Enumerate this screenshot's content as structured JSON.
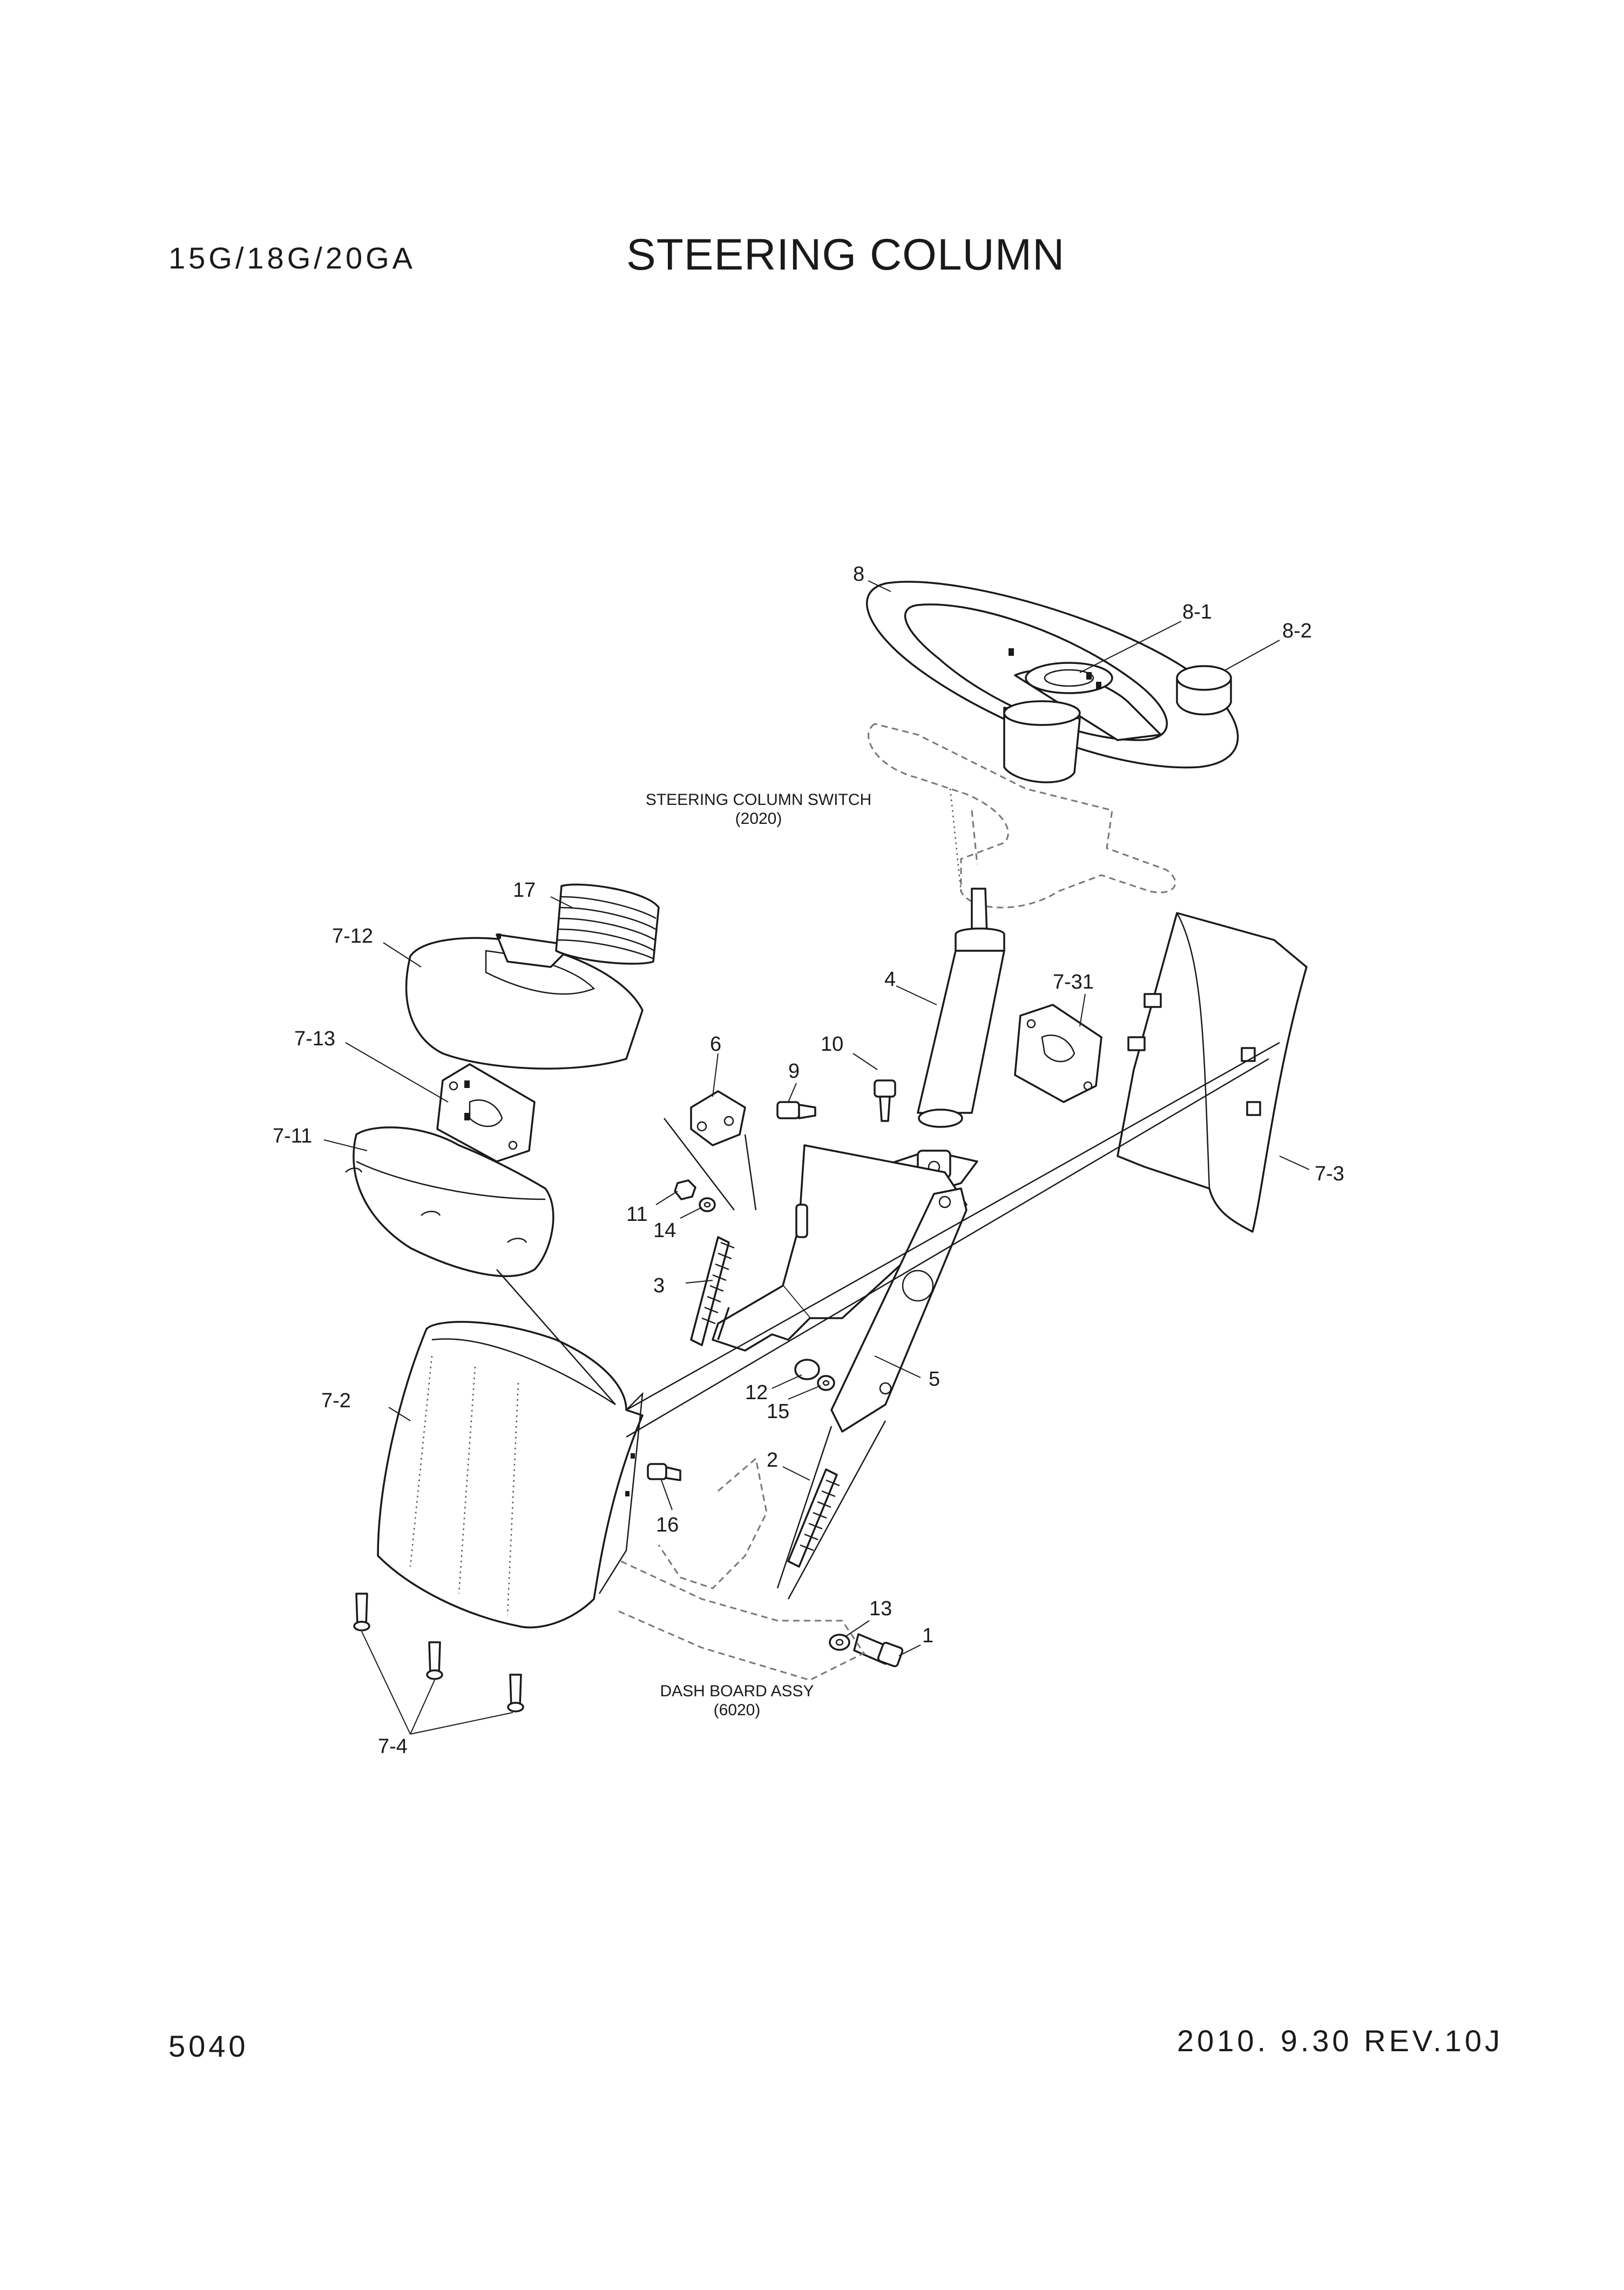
{
  "header": {
    "model": "15G/18G/20GA",
    "title": "STEERING COLUMN"
  },
  "footer": {
    "page_number": "5040",
    "revision": "2010. 9.30  REV.10J"
  },
  "callouts": {
    "c1": "1",
    "c2": "2",
    "c3": "3",
    "c4": "4",
    "c5": "5",
    "c6": "6",
    "c7_2": "7-2",
    "c7_3": "7-3",
    "c7_4": "7-4",
    "c7_11": "7-11",
    "c7_12": "7-12",
    "c7_13": "7-13",
    "c7_31": "7-31",
    "c8": "8",
    "c8_1": "8-1",
    "c8_2": "8-2",
    "c9": "9",
    "c10": "10",
    "c11": "11",
    "c12": "12",
    "c13": "13",
    "c14": "14",
    "c15": "15",
    "c16": "16",
    "c17": "17"
  },
  "references": {
    "steering_switch": {
      "name": "STEERING COLUMN SWITCH",
      "code": "(2020)"
    },
    "dash_board": {
      "name": "DASH BOARD ASSY",
      "code": "(6020)"
    }
  }
}
